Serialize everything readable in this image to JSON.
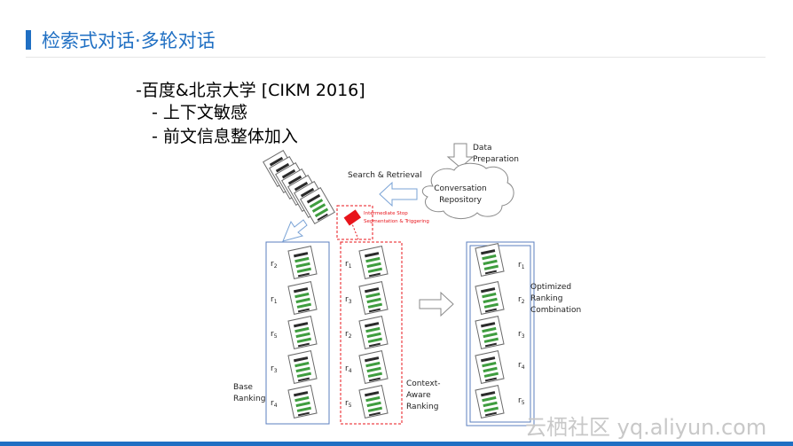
{
  "header": {
    "title": "检索式对话·多轮对话"
  },
  "bullets": {
    "main": "-百度&北京大学 [CIKM 2016]",
    "sub": [
      "- 上下文敏感",
      "- 前文信息整体加入"
    ]
  },
  "diagram": {
    "data_prep": [
      "Data",
      "Preparation"
    ],
    "repository": [
      "Conversation",
      "Repository"
    ],
    "search_retrieval": "Search & Retrieval",
    "intermediate": [
      "Intermediate Stop",
      "Segmentation & Triggering"
    ],
    "base_ranking": {
      "label": [
        "Base",
        "Ranking"
      ],
      "items": [
        "2",
        "1",
        "5",
        "3",
        "4"
      ]
    },
    "context_ranking": {
      "label": [
        "Context-",
        "Aware",
        "Ranking"
      ],
      "items": [
        "1",
        "3",
        "2",
        "4",
        "5"
      ]
    },
    "optimized": {
      "label": [
        "Optimized",
        "Ranking",
        "Combination"
      ],
      "items": [
        "1",
        "2",
        "3",
        "4",
        "5"
      ]
    },
    "r_prefix": "r"
  },
  "watermark": "云栖社区 yq.aliyun.com",
  "colors": {
    "accent": "#1f6fc3",
    "doc_green": "#3f9d3f",
    "trigger_red": "#e8141b",
    "arrow_blue": "#7aa3d6"
  }
}
